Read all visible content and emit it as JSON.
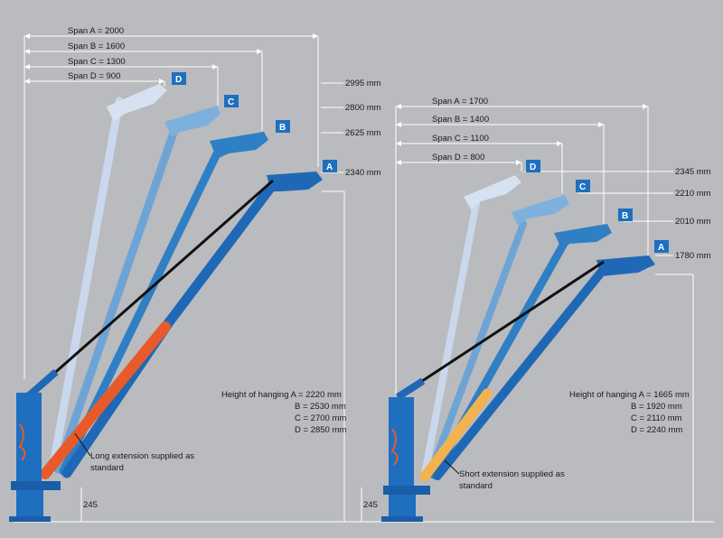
{
  "left": {
    "spans": [
      "Span A = 2000",
      "Span B = 1600",
      "Span C = 1300",
      "Span D = 900"
    ],
    "heights": [
      "2995 mm",
      "2800 mm",
      "2625 mm",
      "2340 mm"
    ],
    "badges": [
      "D",
      "C",
      "B",
      "A"
    ],
    "hanging": [
      "Height of hanging A = 2220 mm",
      "B = 2530 mm",
      "C = 2700 mm",
      "D = 2850 mm"
    ],
    "extension_note": [
      "Long extension supplied as",
      "standard"
    ],
    "base_height": "245"
  },
  "right": {
    "spans": [
      "Span A = 1700",
      "Span B = 1400",
      "Span C = 1100",
      "Span D = 800"
    ],
    "heights": [
      "2345 mm",
      "2210 mm",
      "2010 mm",
      "1780 mm"
    ],
    "badges": [
      "D",
      "C",
      "B",
      "A"
    ],
    "hanging": [
      "Height of hanging A = 1665 mm",
      "B = 1920 mm",
      "C = 2110 mm",
      "D = 2240 mm"
    ],
    "extension_note": [
      "Short extension supplied as",
      "standard"
    ],
    "base_height": "245"
  },
  "colors": {
    "background": "#b9bbbe",
    "boom_d": "#c9d8ec",
    "boom_c": "#6ea3d6",
    "boom_b": "#2f7fc4",
    "boom_a": "#1f68b6",
    "long_extension": "#e85a2a",
    "short_extension": "#f2b24e",
    "badge": "#1e6fc0"
  }
}
